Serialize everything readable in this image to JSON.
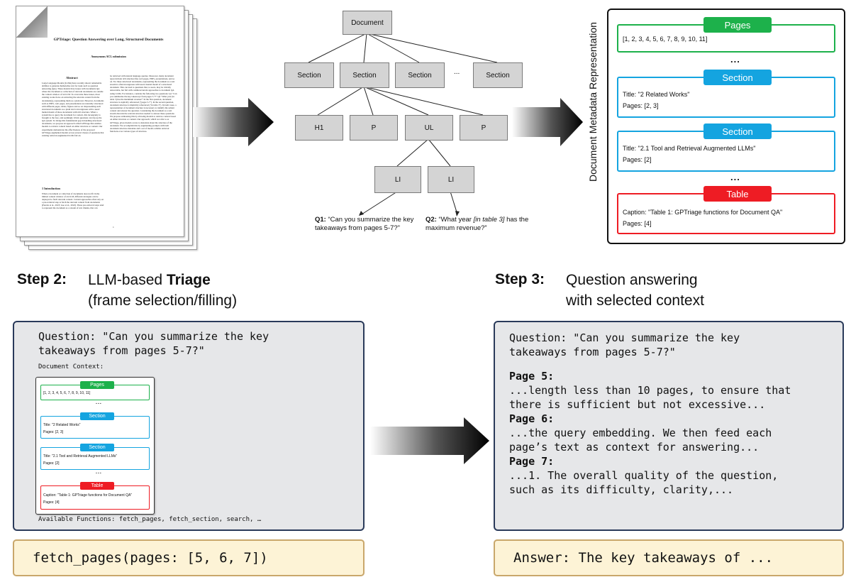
{
  "document_image": {
    "title": "GPTriage: Question Answering over Long, Structured Documents",
    "authors": "Anonymous ACL submission",
    "abstract_heading": "Abstract",
    "intro_heading": "1   Introduction",
    "page_number": "1"
  },
  "tree": {
    "root": "Document",
    "sections": [
      "Section",
      "Section",
      "Section",
      "Section"
    ],
    "ellipsis": "...",
    "children": [
      "H1",
      "P",
      "UL",
      "P"
    ],
    "list_items": [
      "LI",
      "LI"
    ],
    "q1_label": "Q1:",
    "q1_text": "“Can you summarize the key takeaways from pages 5-7?”",
    "q2_label": "Q2:",
    "q2_text_a": "“What year ",
    "q2_text_italic": "[in table 3]",
    "q2_text_b": " has the maximum revenue?”"
  },
  "metadata": {
    "axis_label": "Document Metadata Representation",
    "pages_header": "Pages",
    "pages_value": "[1, 2, 3, 4, 5, 6, 7, 8, 9, 10, 11]",
    "dots": "...",
    "section1_header": "Section",
    "section1_title": "Title: \"2 Related Works\"",
    "section1_pages": "Pages: [2, 3]",
    "section2_header": "Section",
    "section2_title": "Title: \"2.1 Tool and Retrieval Augmented LLMs\"",
    "section2_pages": "Pages: [2]",
    "table_header": "Table",
    "table_caption": "Caption: \"Table 1: GPTriage functions for Document QA\"",
    "table_pages": "Pages: [4]"
  },
  "step2": {
    "label": "Step 2:",
    "line1_prefix": "LLM-based ",
    "line1_bold": "Triage",
    "line2": "(frame selection/filling)",
    "question": "Question: \"Can you summarize the key\ntakeaways from pages 5-7?\"",
    "doc_context": "Document Context:",
    "available": "Available Functions: fetch_pages, fetch_section, search, …",
    "call": "fetch_pages(pages: [5, 6, 7])"
  },
  "step3": {
    "label": "Step 3:",
    "line1": "Question answering",
    "line2": "with selected context",
    "question": "Question: \"Can you summarize the key\ntakeaways from pages 5-7?\"",
    "p5_label": "Page 5:",
    "p5_text": "...length less than 10 pages, to ensure that\nthere is sufficient but not excessive...",
    "p6_label": "Page 6:",
    "p6_text": "...the query embedding. We then feed each\npage’s text as context for answering...",
    "p7_label": "Page 7:",
    "p7_text": "...1. The overall quality of the question,\nsuch as its difficulty, clarity,...",
    "answer": "Answer: The key takeaways of ..."
  },
  "colors": {
    "pages": "#1db14b",
    "section": "#14a4e0",
    "table": "#ee1c24",
    "node_fill": "#d4d4d4",
    "panel_fill": "#e6e7e9",
    "panel_border": "#2a3a5a",
    "answer_fill": "#fdf3d6",
    "answer_border": "#c9a76b"
  }
}
